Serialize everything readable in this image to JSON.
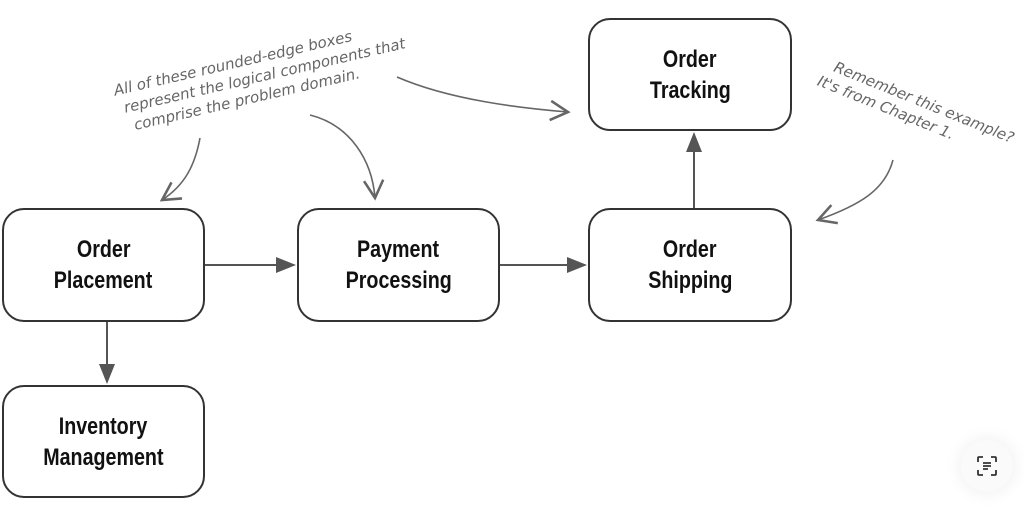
{
  "boxes": {
    "order_placement": [
      "Order",
      "Placement"
    ],
    "payment_processing": [
      "Payment",
      "Processing"
    ],
    "order_shipping": [
      "Order",
      "Shipping"
    ],
    "order_tracking": [
      "Order",
      "Tracking"
    ],
    "inventory_management": [
      "Inventory",
      "Management"
    ]
  },
  "annotations": {
    "components": [
      "All of these rounded-edge boxes",
      "represent the logical components that",
      "comprise the problem domain."
    ],
    "chapter": [
      "Remember this example?",
      "It's from Chapter 1."
    ]
  },
  "colors": {
    "stroke": "#333333",
    "arrow": "#555555",
    "note": "#666666"
  },
  "icons": {
    "text_scan": "text-scan-icon"
  }
}
